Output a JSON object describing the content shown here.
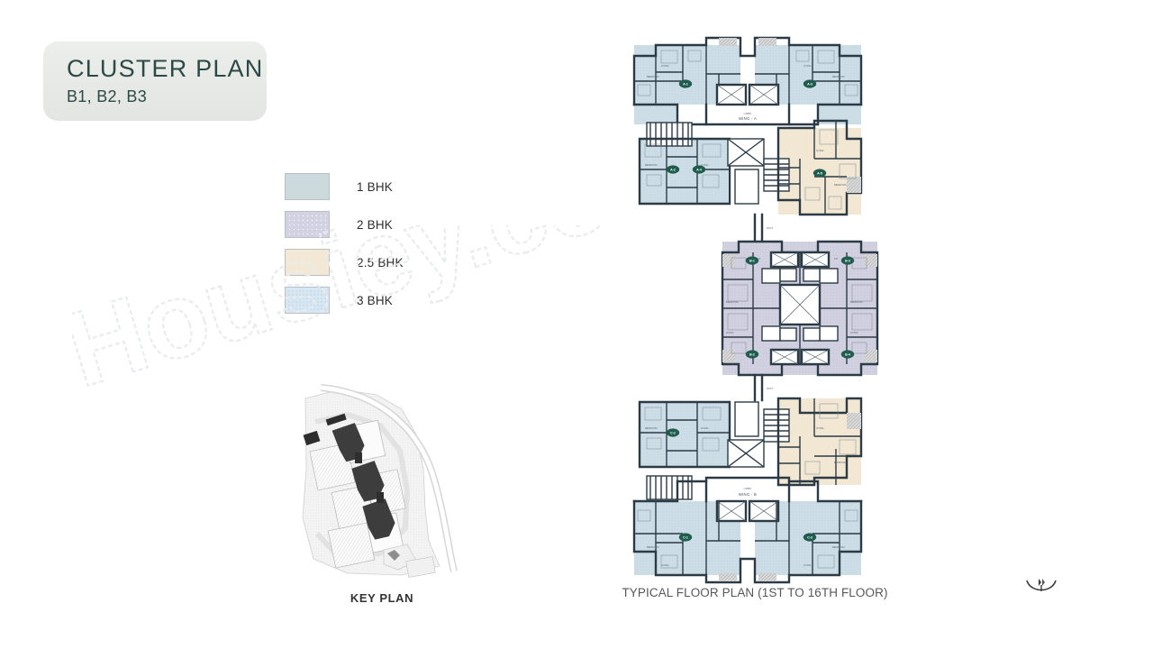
{
  "page": {
    "background_color": "#ffffff",
    "watermark_text": "Housiey.com"
  },
  "title": {
    "main": "CLUSTER PLAN",
    "sub": "B1, B2, B3",
    "text_color": "#2c4a45",
    "badge_color": "#e8eae8"
  },
  "legend": {
    "items": [
      {
        "label": "1 BHK",
        "color": "#ccd9dd"
      },
      {
        "label": "2 BHK",
        "color": "#d2d2e2"
      },
      {
        "label": "2.5 BHK",
        "color": "#f2e8d5"
      },
      {
        "label": "3 BHK",
        "color": "#d7e6f3"
      }
    ]
  },
  "keyplan": {
    "label": "KEY PLAN"
  },
  "floorplan": {
    "caption": "TYPICAL FLOOR PLAN (1ST TO 16TH FLOOR)",
    "wing_labels": [
      "WING - A",
      "WING - B"
    ],
    "unit_markers": [
      "A-1",
      "A-3",
      "A-2",
      "A-4",
      "A-5",
      "B-1",
      "B-3",
      "B-2",
      "B-4",
      "C-2",
      "C-1",
      "C-3"
    ],
    "marker_color": "#1f5c4d",
    "wall_color": "#2b3a44"
  },
  "compass": {
    "label": "N"
  }
}
